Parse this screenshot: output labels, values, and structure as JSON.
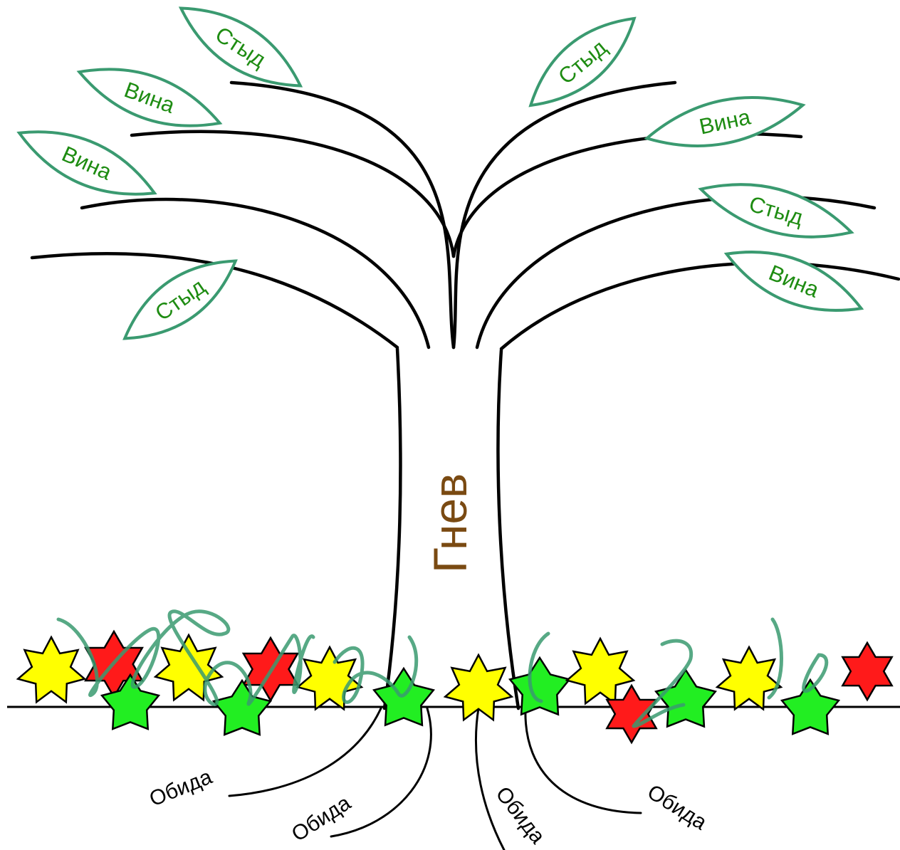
{
  "trunk": {
    "label": "Гнев"
  },
  "leaves": [
    {
      "label": "Стыд"
    },
    {
      "label": "Вина"
    },
    {
      "label": "Вина"
    },
    {
      "label": "Стыд"
    },
    {
      "label": "Стыд"
    },
    {
      "label": "Вина"
    },
    {
      "label": "Стыд"
    },
    {
      "label": "Вина"
    }
  ],
  "roots": [
    {
      "label": "Обида"
    },
    {
      "label": "Обида"
    },
    {
      "label": "Обида"
    },
    {
      "label": "Обида"
    }
  ],
  "colors": {
    "branch": "#000000",
    "leaf_outline": "#3a9a70",
    "leaf_text": "#1e8c12",
    "trunk_text": "#7a4a12",
    "star_yellow": "#ffff00",
    "star_red": "#ff1a1a",
    "star_green": "#22ee22",
    "scribble": "#3a9a70"
  }
}
